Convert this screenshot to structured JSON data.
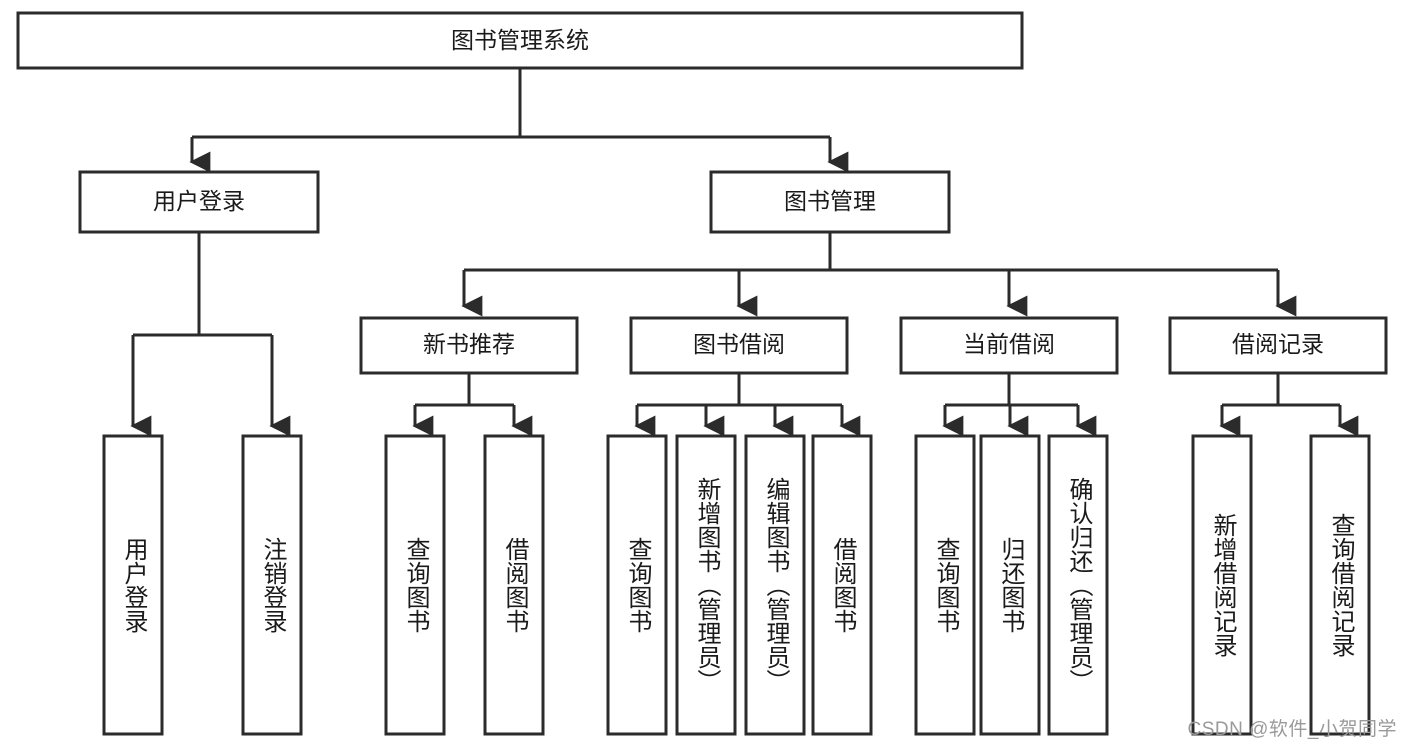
{
  "diagram": {
    "type": "tree",
    "title": "图书管理系统",
    "root": {
      "label": "图书管理系统"
    },
    "level2": [
      {
        "label": "用户登录"
      },
      {
        "label": "图书管理"
      }
    ],
    "level3": [
      {
        "label": "新书推荐"
      },
      {
        "label": "图书借阅"
      },
      {
        "label": "当前借阅"
      },
      {
        "label": "借阅记录"
      }
    ],
    "leaves": {
      "user_login": [
        "用户登录",
        "注销登录"
      ],
      "new_book_recommend": [
        "查询图书",
        "借阅图书"
      ],
      "book_borrow": [
        "查询图书",
        "新增图书（管理员）",
        "编辑图书（管理员）",
        "借阅图书"
      ],
      "current_borrow": [
        "查询图书",
        "归还图书",
        "确认归还（管理员）"
      ],
      "borrow_record": [
        "新增借阅记录",
        "查询借阅记录"
      ]
    }
  },
  "watermark": {
    "text": "CSDN @软件_小贺同学"
  },
  "colors": {
    "stroke": "#2b2b2b",
    "fill": "#ffffff",
    "text": "#1a1a1a",
    "watermark": "#9a9a9a"
  }
}
